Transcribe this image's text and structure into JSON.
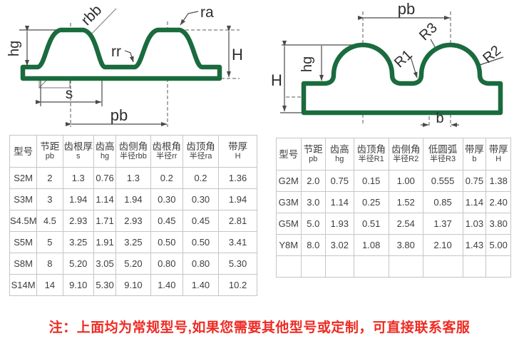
{
  "diagram_left": {
    "labels": {
      "rbb": "rbb",
      "ra": "ra",
      "rr": "rr",
      "hg": "hg",
      "H": "H",
      "s": "s",
      "pb": "pb"
    }
  },
  "diagram_right": {
    "labels": {
      "pb": "pb",
      "R1": "R1",
      "R2": "R2",
      "R3": "R3",
      "hg": "hg",
      "H": "H",
      "b": "b"
    }
  },
  "table_left": {
    "headers": [
      [
        "型号",
        ""
      ],
      [
        "节距",
        "pb"
      ],
      [
        "齿根厚",
        "s"
      ],
      [
        "齿高",
        "hg"
      ],
      [
        "齿侧角",
        "半径rbb"
      ],
      [
        "齿根角",
        "半径rr"
      ],
      [
        "齿顶角",
        "半径ra"
      ],
      [
        "带厚",
        "H"
      ]
    ],
    "rows": [
      [
        "S2M",
        "2",
        "1.3",
        "0.76",
        "1.3",
        "0.2",
        "0.2",
        "1.36"
      ],
      [
        "S3M",
        "3",
        "1.94",
        "1.14",
        "1.94",
        "0.30",
        "0.30",
        "1.94"
      ],
      [
        "S4.5M",
        "4.5",
        "2.93",
        "1.71",
        "2.93",
        "0.45",
        "0.45",
        "2.81"
      ],
      [
        "S5M",
        "5",
        "3.25",
        "1.91",
        "3.25",
        "0.50",
        "0.50",
        "3.41"
      ],
      [
        "S8M",
        "8",
        "5.20",
        "3.05",
        "5.20",
        "0.80",
        "0.80",
        "5.30"
      ],
      [
        "S14M",
        "14",
        "9.10",
        "5.30",
        "9.10",
        "1.40",
        "1.40",
        "10.2"
      ]
    ]
  },
  "table_right": {
    "headers": [
      [
        "型号",
        ""
      ],
      [
        "节距",
        "pb"
      ],
      [
        "齿高",
        "hg"
      ],
      [
        "齿顶角",
        "半径R1"
      ],
      [
        "齿侧角",
        "半径R2"
      ],
      [
        "低圆弧",
        "半径R3"
      ],
      [
        "带厚",
        "b"
      ],
      [
        "带厚",
        "H"
      ]
    ],
    "rows": [
      [
        "G2M",
        "2.0",
        "0.75",
        "0.15",
        "1.00",
        "0.555",
        "0.75",
        "1.38"
      ],
      [
        "G3M",
        "3.0",
        "1.14",
        "0.25",
        "1.52",
        "0.85",
        "1.14",
        "2.40"
      ],
      [
        "G5M",
        "5.0",
        "1.93",
        "0.51",
        "2.54",
        "1.37",
        "1.03",
        "3.80"
      ],
      [
        "Y8M",
        "8.0",
        "3.02",
        "1.08",
        "3.80",
        "2.10",
        "1.43",
        "5.00"
      ],
      [
        "",
        "",
        "",
        "",
        "",
        "",
        "",
        ""
      ]
    ]
  },
  "note": {
    "text": "注：上面均为常规型号,如果您需要其他型号或定制，可直接联系客服"
  },
  "colors": {
    "belt_green": "#1a6b3d",
    "note_red": "#ee2b23",
    "dim_gray": "#4a4a4a",
    "table_border": "#c6c6c6"
  }
}
